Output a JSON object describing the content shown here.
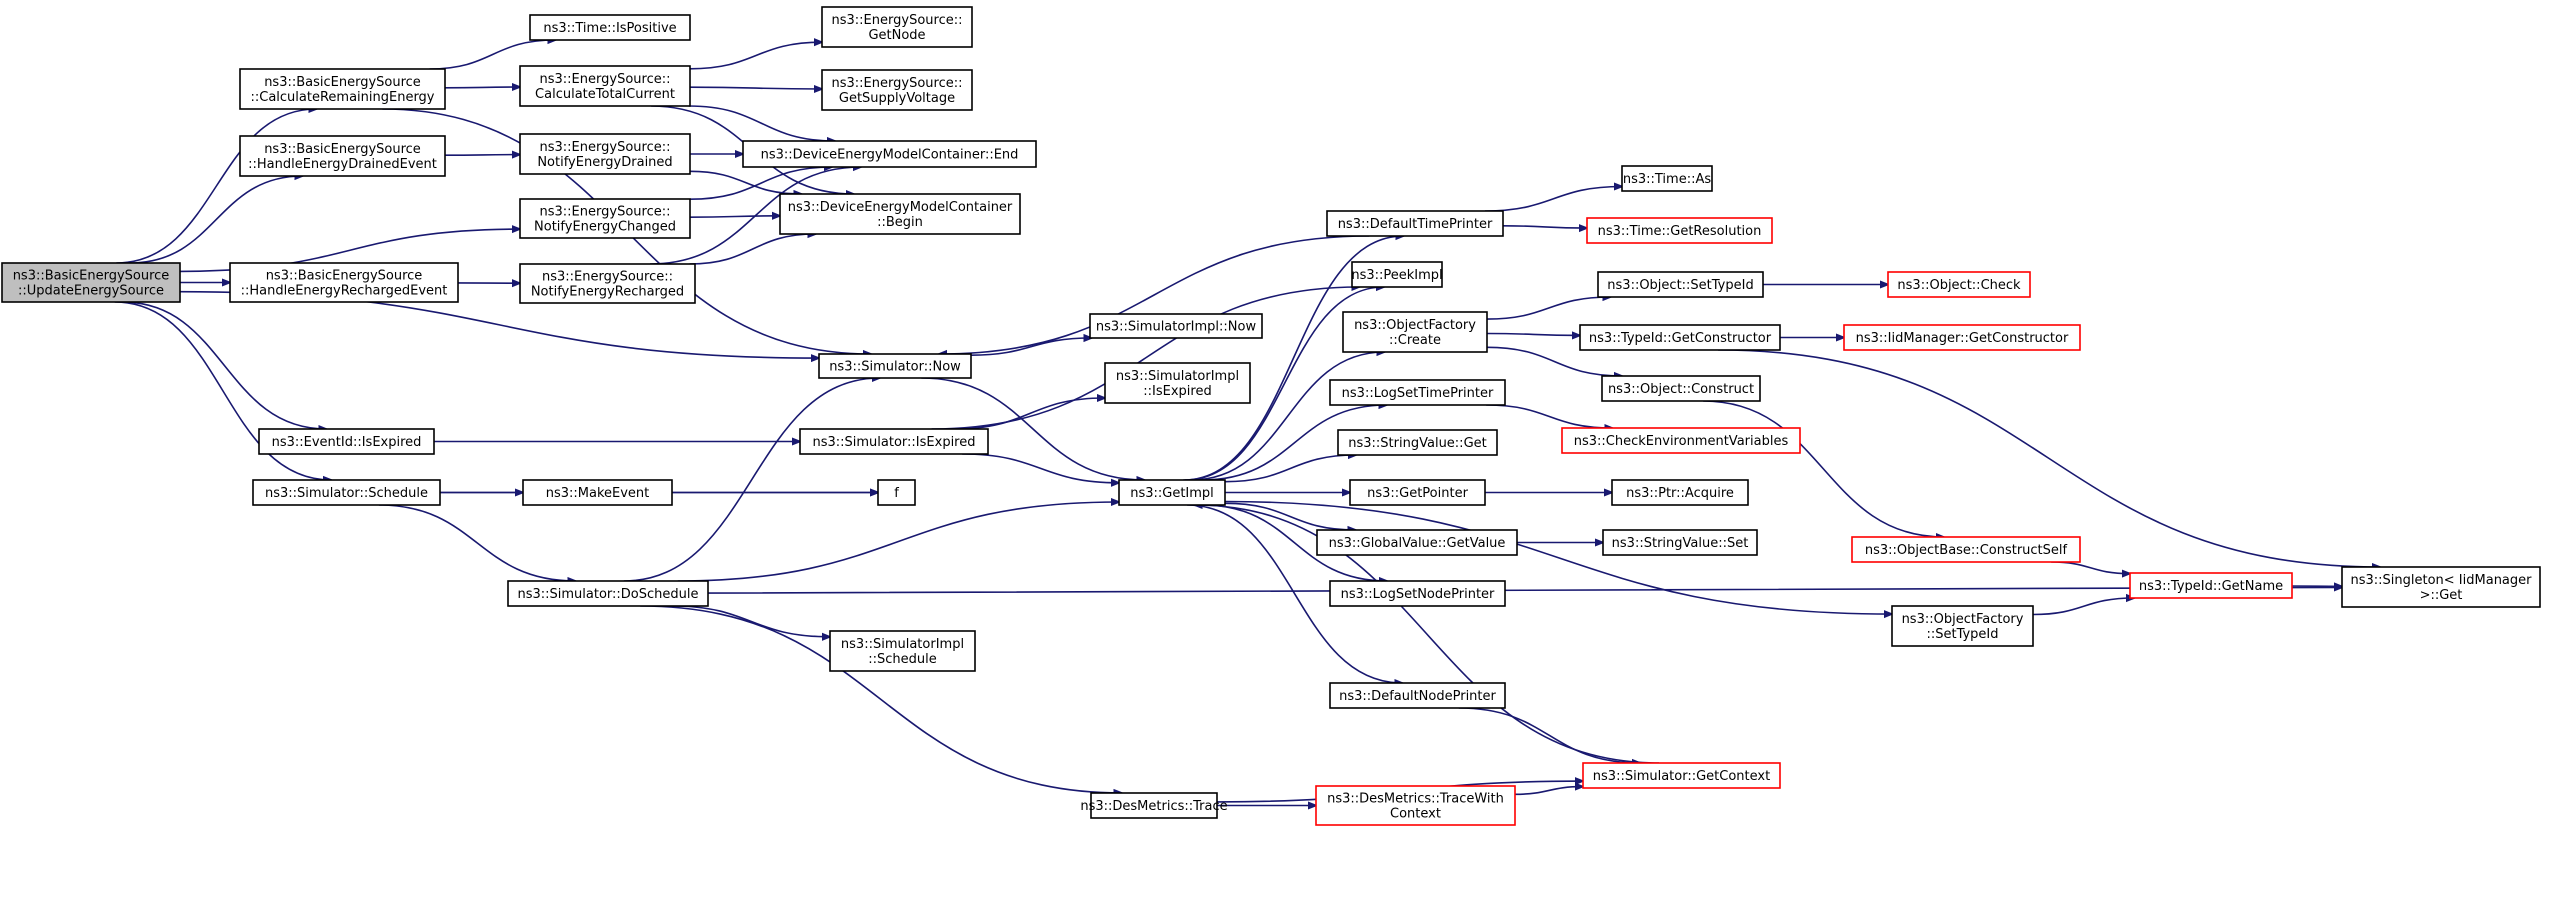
{
  "graph": {
    "title": "",
    "edge_color": "#191970",
    "root_fill": "#bfbfbf",
    "truncated_border": "#ff0000",
    "nodes": [
      {
        "id": "n_update",
        "lines": [
          "ns3::BasicEnergySource",
          "::UpdateEnergySource"
        ],
        "root": true
      },
      {
        "id": "n_calcrem",
        "lines": [
          "ns3::BasicEnergySource",
          "::CalculateRemainingEnergy"
        ]
      },
      {
        "id": "n_handledrain",
        "lines": [
          "ns3::BasicEnergySource",
          "::HandleEnergyDrainedEvent"
        ]
      },
      {
        "id": "n_handlerech",
        "lines": [
          "ns3::BasicEnergySource",
          "::HandleEnergyRechargedEvent"
        ]
      },
      {
        "id": "n_eventexp",
        "lines": [
          "ns3::EventId::IsExpired"
        ]
      },
      {
        "id": "n_simsched",
        "lines": [
          "ns3::Simulator::Schedule"
        ]
      },
      {
        "id": "n_timepos",
        "lines": [
          "ns3::Time::IsPositive"
        ]
      },
      {
        "id": "n_calctot",
        "lines": [
          "ns3::EnergySource::",
          "CalculateTotalCurrent"
        ]
      },
      {
        "id": "n_notdrain",
        "lines": [
          "ns3::EnergySource::",
          "NotifyEnergyDrained"
        ]
      },
      {
        "id": "n_notchg",
        "lines": [
          "ns3::EnergySource::",
          "NotifyEnergyChanged"
        ]
      },
      {
        "id": "n_notrech",
        "lines": [
          "ns3::EnergySource::",
          "NotifyEnergyRecharged"
        ]
      },
      {
        "id": "n_getnode",
        "lines": [
          "ns3::EnergySource::",
          "GetNode"
        ]
      },
      {
        "id": "n_getvolt",
        "lines": [
          "ns3::EnergySource::",
          "GetSupplyVoltage"
        ]
      },
      {
        "id": "n_dmcend",
        "lines": [
          "ns3::DeviceEnergyModelContainer::End"
        ]
      },
      {
        "id": "n_dmcbegin",
        "lines": [
          "ns3::DeviceEnergyModelContainer",
          "::Begin"
        ]
      },
      {
        "id": "n_simnow",
        "lines": [
          "ns3::Simulator::Now"
        ]
      },
      {
        "id": "n_simisexp",
        "lines": [
          "ns3::Simulator::IsExpired"
        ]
      },
      {
        "id": "n_makeevent",
        "lines": [
          "ns3::MakeEvent"
        ]
      },
      {
        "id": "n_f",
        "lines": [
          "f"
        ]
      },
      {
        "id": "n_dosched",
        "lines": [
          "ns3::Simulator::DoSchedule"
        ]
      },
      {
        "id": "n_implnow",
        "lines": [
          "ns3::SimulatorImpl::Now"
        ]
      },
      {
        "id": "n_implisexp",
        "lines": [
          "ns3::SimulatorImpl",
          "::IsExpired"
        ]
      },
      {
        "id": "n_implsched",
        "lines": [
          "ns3::SimulatorImpl",
          "::Schedule"
        ]
      },
      {
        "id": "n_getimpl",
        "lines": [
          "ns3::GetImpl"
        ]
      },
      {
        "id": "n_destrace",
        "lines": [
          "ns3::DesMetrics::Trace"
        ]
      },
      {
        "id": "n_deftp",
        "lines": [
          "ns3::DefaultTimePrinter"
        ]
      },
      {
        "id": "n_peekimpl",
        "lines": [
          "ns3::PeekImpl"
        ]
      },
      {
        "id": "n_ofcreate",
        "lines": [
          "ns3::ObjectFactory",
          "::Create"
        ]
      },
      {
        "id": "n_logsettp",
        "lines": [
          "ns3::LogSetTimePrinter"
        ]
      },
      {
        "id": "n_strvalget",
        "lines": [
          "ns3::StringValue::Get"
        ]
      },
      {
        "id": "n_getptr",
        "lines": [
          "ns3::GetPointer"
        ]
      },
      {
        "id": "n_gvgetval",
        "lines": [
          "ns3::GlobalValue::GetValue"
        ]
      },
      {
        "id": "n_logsetnp",
        "lines": [
          "ns3::LogSetNodePrinter"
        ]
      },
      {
        "id": "n_defnp",
        "lines": [
          "ns3::DefaultNodePrinter"
        ]
      },
      {
        "id": "n_destracectx",
        "lines": [
          "ns3::DesMetrics::TraceWith",
          "Context"
        ],
        "truncated": true
      },
      {
        "id": "n_timeas",
        "lines": [
          "ns3::Time::As"
        ]
      },
      {
        "id": "n_timegetres",
        "lines": [
          "ns3::Time::GetResolution"
        ],
        "truncated": true
      },
      {
        "id": "n_objsettid",
        "lines": [
          "ns3::Object::SetTypeId"
        ]
      },
      {
        "id": "n_tidgetctor",
        "lines": [
          "ns3::TypeId::GetConstructor"
        ]
      },
      {
        "id": "n_objconstruct",
        "lines": [
          "ns3::Object::Construct"
        ]
      },
      {
        "id": "n_checkenv",
        "lines": [
          "ns3::CheckEnvironmentVariables"
        ],
        "truncated": true
      },
      {
        "id": "n_ptracq",
        "lines": [
          "ns3::Ptr::Acquire"
        ]
      },
      {
        "id": "n_strvalset",
        "lines": [
          "ns3::StringValue::Set"
        ]
      },
      {
        "id": "n_ofsettid",
        "lines": [
          "ns3::ObjectFactory",
          "::SetTypeId"
        ]
      },
      {
        "id": "n_simgetctx",
        "lines": [
          "ns3::Simulator::GetContext"
        ],
        "truncated": true
      },
      {
        "id": "n_objcheck",
        "lines": [
          "ns3::Object::Check"
        ],
        "truncated": true
      },
      {
        "id": "n_iidmgrctor",
        "lines": [
          "ns3::IidManager::GetConstructor"
        ],
        "truncated": true
      },
      {
        "id": "n_obconstructself",
        "lines": [
          "ns3::ObjectBase::ConstructSelf"
        ],
        "truncated": true
      },
      {
        "id": "n_tidgetname",
        "lines": [
          "ns3::TypeId::GetName"
        ],
        "truncated": true
      },
      {
        "id": "n_singleton",
        "lines": [
          "ns3::Singleton< IidManager",
          "  >::Get"
        ]
      }
    ],
    "edges": [
      [
        "n_update",
        "n_calcrem"
      ],
      [
        "n_update",
        "n_handledrain"
      ],
      [
        "n_update",
        "n_notchg"
      ],
      [
        "n_update",
        "n_handlerech"
      ],
      [
        "n_update",
        "n_simnow"
      ],
      [
        "n_update",
        "n_eventexp"
      ],
      [
        "n_update",
        "n_simsched"
      ],
      [
        "n_calcrem",
        "n_timepos"
      ],
      [
        "n_calcrem",
        "n_calctot"
      ],
      [
        "n_calcrem",
        "n_simnow"
      ],
      [
        "n_handledrain",
        "n_notdrain"
      ],
      [
        "n_handlerech",
        "n_notrech"
      ],
      [
        "n_eventexp",
        "n_simisexp"
      ],
      [
        "n_simsched",
        "n_makeevent"
      ],
      [
        "n_simsched",
        "n_f"
      ],
      [
        "n_simsched",
        "n_dosched"
      ],
      [
        "n_calctot",
        "n_getnode"
      ],
      [
        "n_calctot",
        "n_getvolt"
      ],
      [
        "n_calctot",
        "n_dmcend"
      ],
      [
        "n_calctot",
        "n_dmcbegin"
      ],
      [
        "n_notdrain",
        "n_dmcend"
      ],
      [
        "n_notdrain",
        "n_dmcbegin"
      ],
      [
        "n_notchg",
        "n_dmcend"
      ],
      [
        "n_notchg",
        "n_dmcbegin"
      ],
      [
        "n_notrech",
        "n_dmcend"
      ],
      [
        "n_notrech",
        "n_dmcbegin"
      ],
      [
        "n_makeevent",
        "n_f"
      ],
      [
        "n_dosched",
        "n_simnow"
      ],
      [
        "n_dosched",
        "n_getimpl"
      ],
      [
        "n_dosched",
        "n_implsched"
      ],
      [
        "n_dosched",
        "n_destrace"
      ],
      [
        "n_dosched",
        "n_singleton"
      ],
      [
        "n_simnow",
        "n_implnow"
      ],
      [
        "n_simnow",
        "n_getimpl"
      ],
      [
        "n_simisexp",
        "n_implisexp"
      ],
      [
        "n_simisexp",
        "n_getimpl"
      ],
      [
        "n_simisexp",
        "n_peekimpl"
      ],
      [
        "n_getimpl",
        "n_deftp"
      ],
      [
        "n_getimpl",
        "n_peekimpl"
      ],
      [
        "n_getimpl",
        "n_ofcreate"
      ],
      [
        "n_getimpl",
        "n_logsettp"
      ],
      [
        "n_getimpl",
        "n_strvalget"
      ],
      [
        "n_getimpl",
        "n_getptr"
      ],
      [
        "n_getimpl",
        "n_gvgetval"
      ],
      [
        "n_getimpl",
        "n_logsetnp"
      ],
      [
        "n_getimpl",
        "n_defnp"
      ],
      [
        "n_getimpl",
        "n_ofsettid"
      ],
      [
        "n_deftp",
        "n_simnow"
      ],
      [
        "n_deftp",
        "n_timeas"
      ],
      [
        "n_deftp",
        "n_timegetres"
      ],
      [
        "n_ofcreate",
        "n_objsettid"
      ],
      [
        "n_ofcreate",
        "n_tidgetctor"
      ],
      [
        "n_ofcreate",
        "n_objconstruct"
      ],
      [
        "n_logsettp",
        "n_checkenv"
      ],
      [
        "n_getptr",
        "n_ptracq"
      ],
      [
        "n_gvgetval",
        "n_strvalset"
      ],
      [
        "n_defnp",
        "n_simgetctx"
      ],
      [
        "n_simgetctx",
        "n_getimpl"
      ],
      [
        "n_destrace",
        "n_destracectx"
      ],
      [
        "n_destrace",
        "n_simgetctx"
      ],
      [
        "n_destracectx",
        "n_simgetctx"
      ],
      [
        "n_objsettid",
        "n_objcheck"
      ],
      [
        "n_tidgetctor",
        "n_iidmgrctor"
      ],
      [
        "n_tidgetctor",
        "n_singleton"
      ],
      [
        "n_objconstruct",
        "n_obconstructself"
      ],
      [
        "n_obconstructself",
        "n_tidgetname"
      ],
      [
        "n_ofsettid",
        "n_tidgetname"
      ],
      [
        "n_tidgetname",
        "n_singleton"
      ]
    ]
  }
}
